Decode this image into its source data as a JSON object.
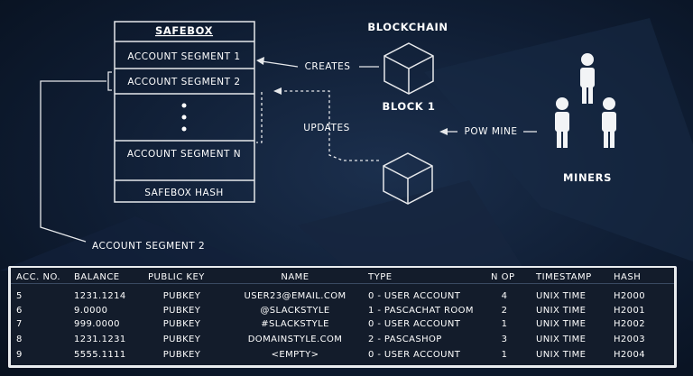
{
  "safebox": {
    "title": "SAFEBOX",
    "rows": [
      "ACCOUNT SEGMENT 1",
      "ACCOUNT SEGMENT 2",
      "ACCOUNT SEGMENT N"
    ],
    "ellipsis": "•\n•\n•",
    "hash_label": "SAFEBOX HASH"
  },
  "blockchain": {
    "title": "BLOCKCHAIN",
    "block_label": "BLOCK 1"
  },
  "arrows": {
    "creates": "CREATES",
    "updates": "UPDATES",
    "pow_mine": "POW MINE"
  },
  "miners_label": "MINERS",
  "callout_label": "ACCOUNT SEGMENT 2",
  "table": {
    "columns": [
      "ACC. NO.",
      "BALANCE",
      "PUBLIC KEY",
      "NAME",
      "TYPE",
      "N OP",
      "TIMESTAMP",
      "HASH"
    ],
    "rows": [
      [
        "5",
        "1231.1214",
        "PUBKEY",
        "USER23@EMAIL.COM",
        "0 - USER ACCOUNT",
        "4",
        "UNIX TIME",
        "H2000"
      ],
      [
        "6",
        "9.0000",
        "PUBKEY",
        "@SLACKSTYLE",
        "1 - PASCACHAT ROOM",
        "2",
        "UNIX TIME",
        "H2001"
      ],
      [
        "7",
        "999.0000",
        "PUBKEY",
        "#SLACKSTYLE",
        "0 - USER ACCOUNT",
        "1",
        "UNIX TIME",
        "H2002"
      ],
      [
        "8",
        "1231.1231",
        "PUBKEY",
        "DOMAINSTYLE.COM",
        "2 - PASCASHOP",
        "3",
        "UNIX TIME",
        "H2003"
      ],
      [
        "9",
        "5555.1111",
        "PUBKEY",
        "<EMPTY>",
        "0 - USER ACCOUNT",
        "1",
        "UNIX TIME",
        "H2004"
      ]
    ]
  }
}
